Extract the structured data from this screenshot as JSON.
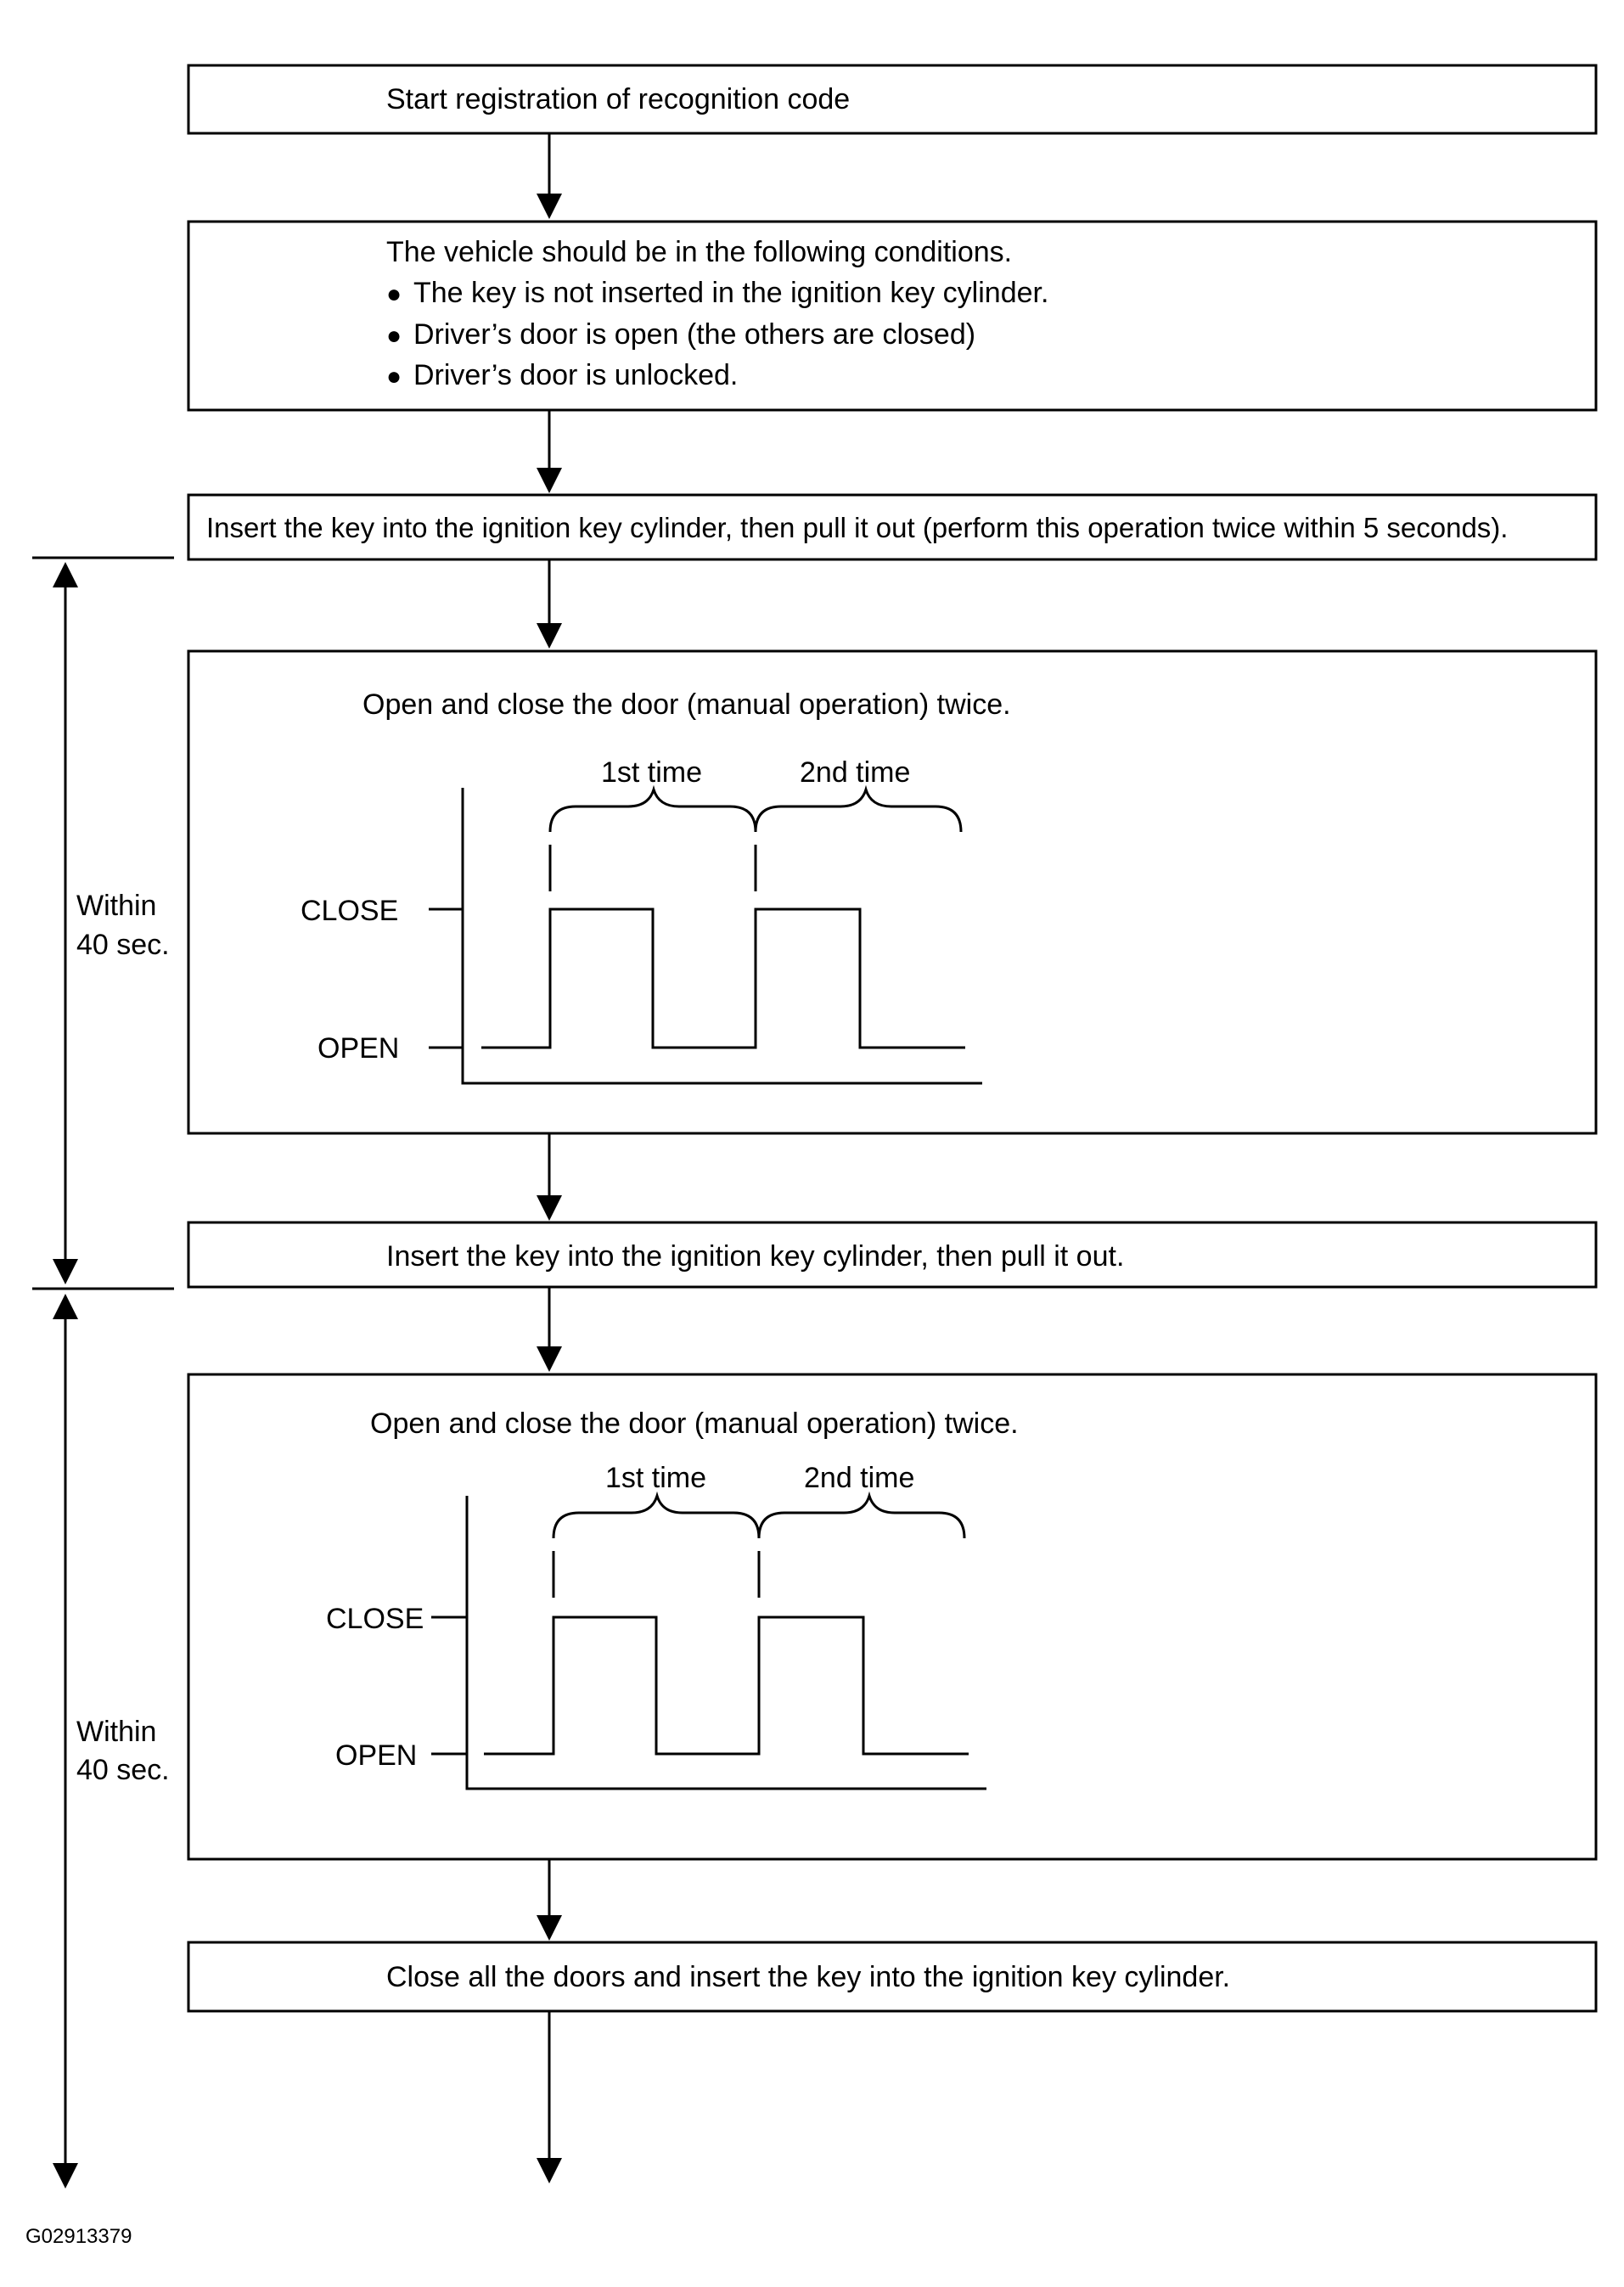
{
  "steps": {
    "start": "Start registration of recognition code",
    "conditions": {
      "intro": "The vehicle should be in the following conditions.",
      "items": [
        "The key is not inserted in the ignition key cylinder.",
        "Driver’s door is open (the others are closed)",
        "Driver’s door is unlocked."
      ]
    },
    "insert_twice": "Insert the key into the ignition key cylinder, then pull it out (perform this operation twice within 5 seconds).",
    "door_op_1": {
      "title": "Open and close the door (manual operation) twice.",
      "first": "1st time",
      "second": "2nd time",
      "close": "CLOSE",
      "open": "OPEN"
    },
    "insert_once": "Insert the key into the ignition key cylinder, then pull it out.",
    "door_op_2": {
      "title": "Open and close the door (manual operation) twice.",
      "first": "1st time",
      "second": "2nd time",
      "close": "CLOSE",
      "open": "OPEN"
    },
    "final": "Close all the doors and insert the key into the ignition key cylinder."
  },
  "timing": {
    "first": {
      "line1": "Within",
      "line2": "40 sec."
    },
    "second": {
      "line1": "Within",
      "line2": "40 sec."
    }
  },
  "bullet": "●",
  "figure_id": "G02913379"
}
